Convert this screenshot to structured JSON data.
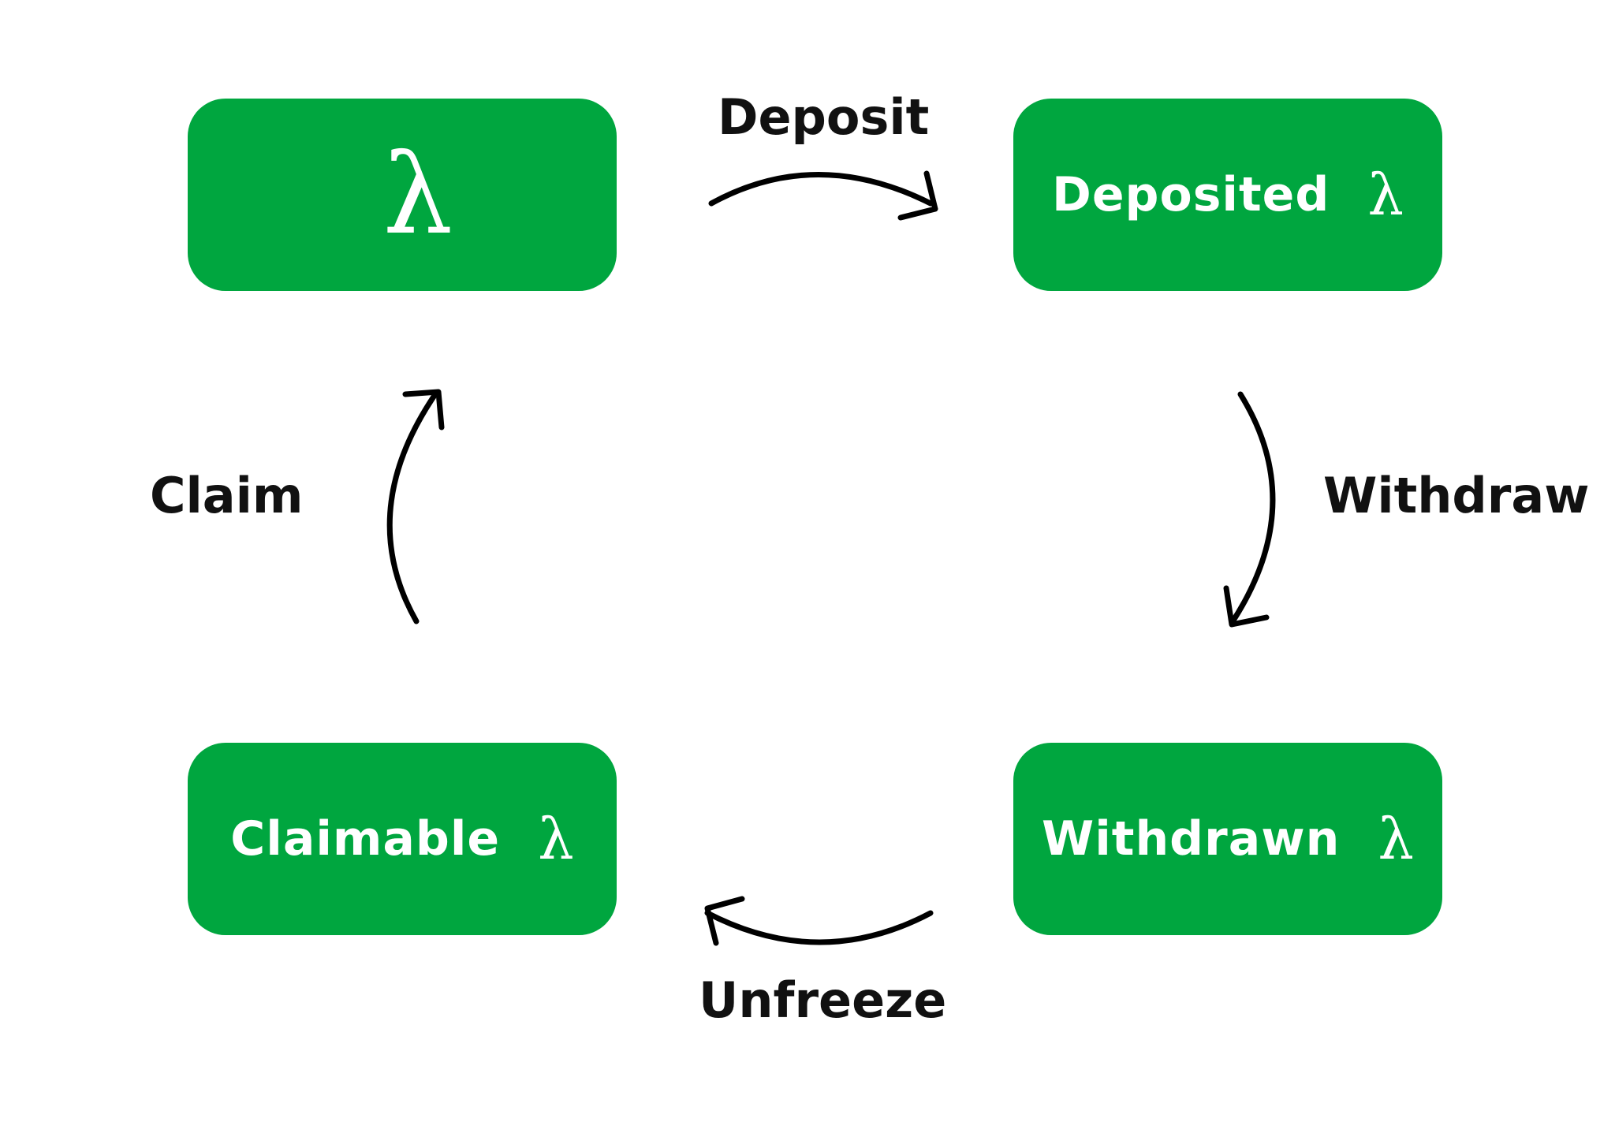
{
  "colors": {
    "box_fill": "#00a63f",
    "box_text": "#ffffff",
    "arrow": "#000000",
    "edge_label": "#111111",
    "background": "#ffffff"
  },
  "states": {
    "start": {
      "label": "",
      "symbol": "λ"
    },
    "deposited": {
      "label": "Deposited",
      "symbol": "λ"
    },
    "withdrawn": {
      "label": "Withdrawn",
      "symbol": "λ"
    },
    "claimable": {
      "label": "Claimable",
      "symbol": "λ"
    }
  },
  "transitions": {
    "deposit": {
      "label": "Deposit",
      "from": "start",
      "to": "deposited"
    },
    "withdraw": {
      "label": "Withdraw",
      "from": "deposited",
      "to": "withdrawn"
    },
    "unfreeze": {
      "label": "Unfreeze",
      "from": "withdrawn",
      "to": "claimable"
    },
    "claim": {
      "label": "Claim",
      "from": "claimable",
      "to": "start"
    }
  }
}
